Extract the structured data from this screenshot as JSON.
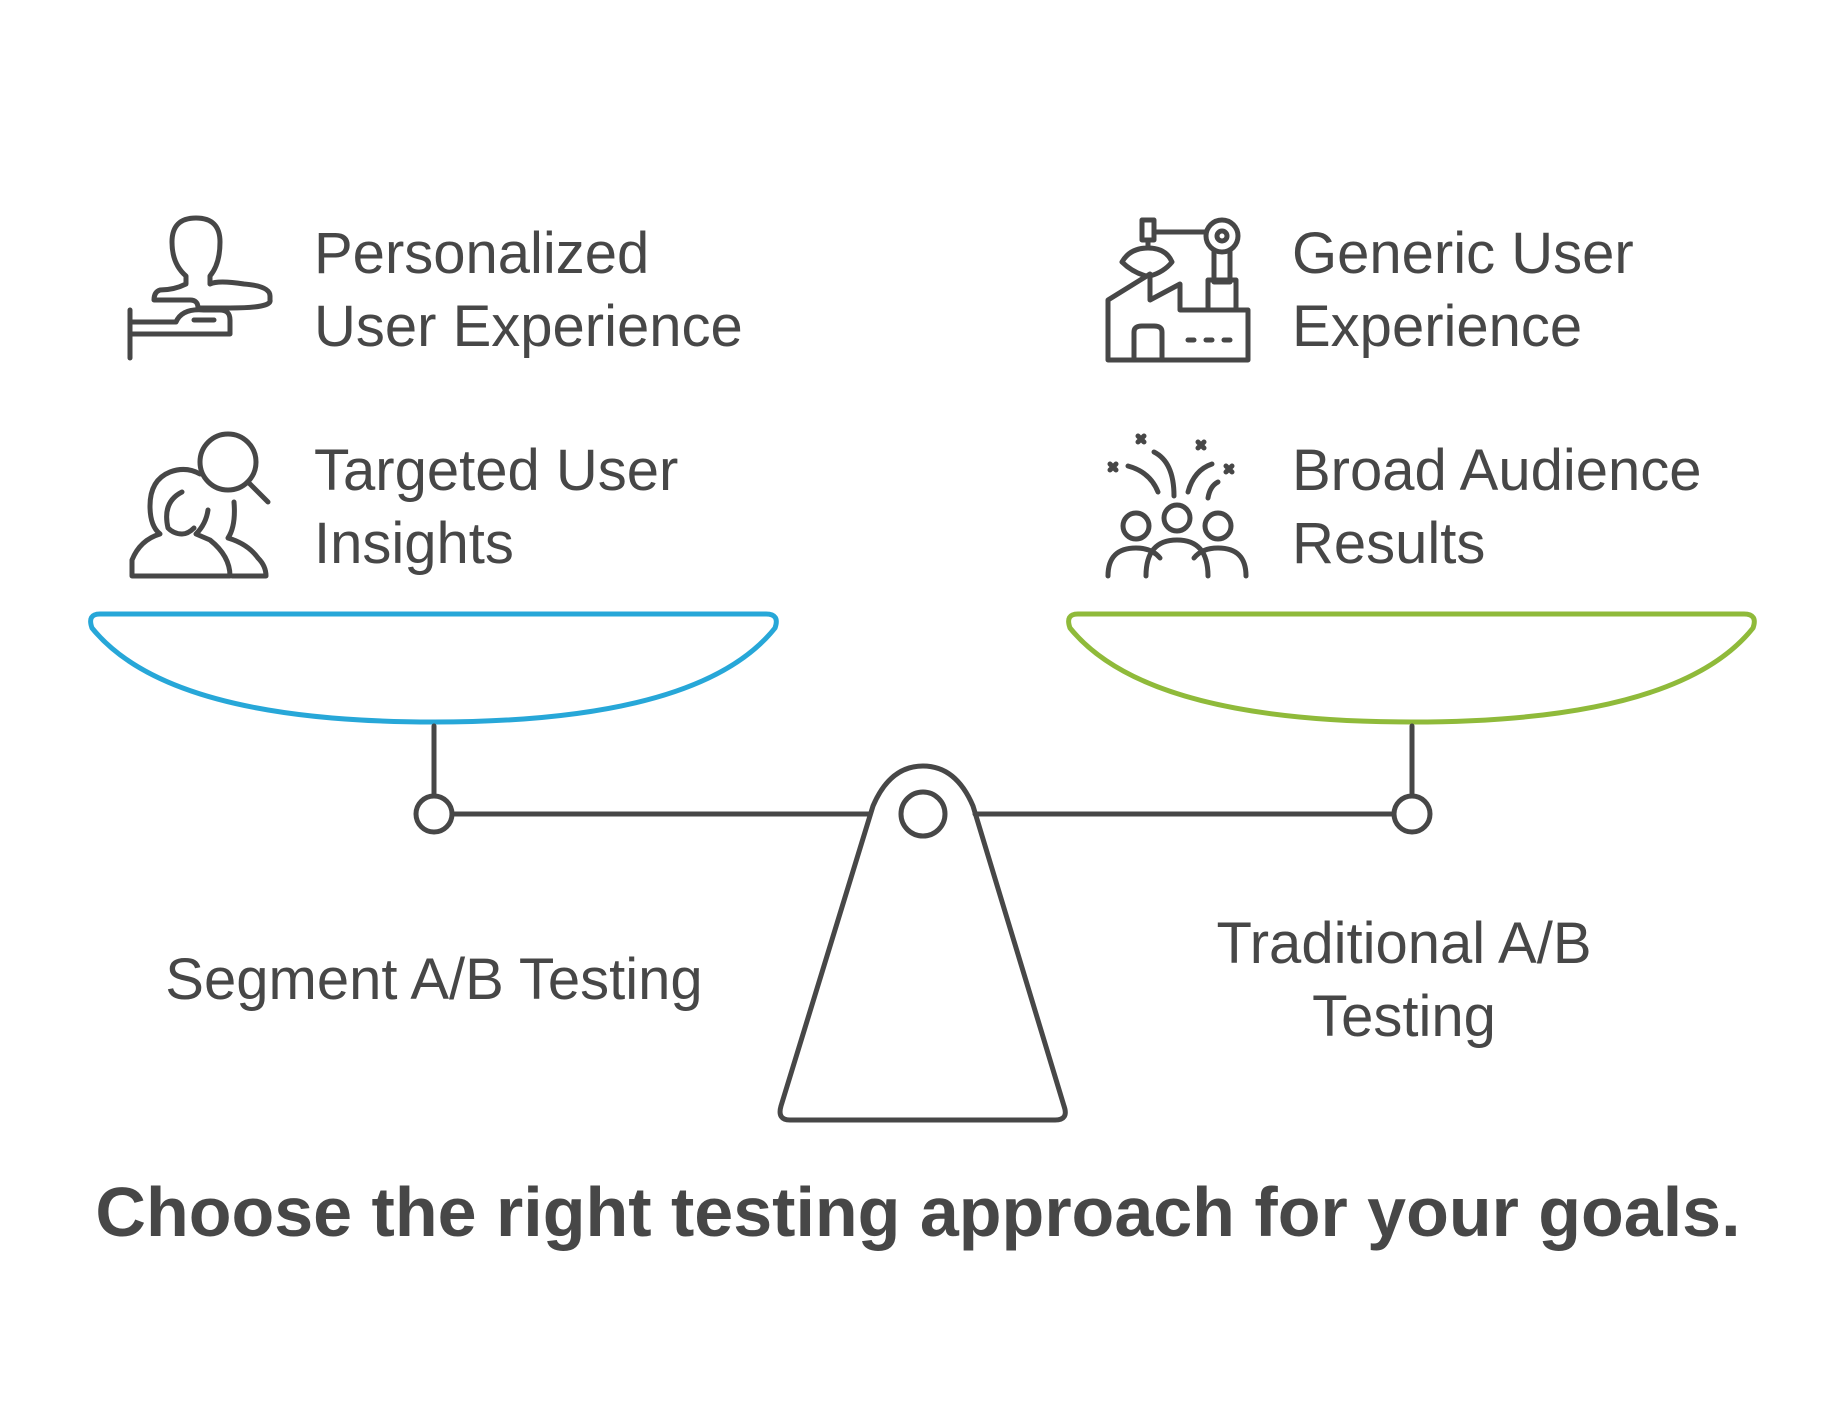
{
  "diagram": {
    "left_pan": {
      "color": "#27a7d8",
      "approach_label": "Segment A/B Testing",
      "items": [
        {
          "icon": "user-experience-icon",
          "lines": [
            "Personalized",
            "User Experience"
          ]
        },
        {
          "icon": "user-insights-icon",
          "lines": [
            "Targeted User",
            "Insights"
          ]
        }
      ]
    },
    "right_pan": {
      "color": "#8fba3a",
      "approach_label_lines": [
        "Traditional A/B",
        "Testing"
      ],
      "items": [
        {
          "icon": "factory-icon",
          "lines": [
            "Generic User",
            "Experience"
          ]
        },
        {
          "icon": "audience-results-icon",
          "lines": [
            "Broad Audience",
            "Results"
          ]
        }
      ]
    },
    "stroke_color": "#474747",
    "footer": "Choose the right testing approach for your goals."
  }
}
